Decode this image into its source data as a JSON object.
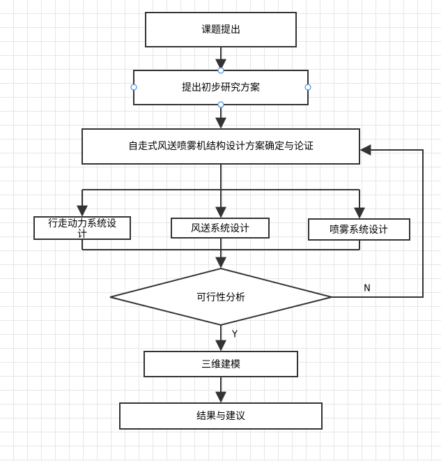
{
  "diagram": {
    "nodes": {
      "topic": "课题提出",
      "preliminary_plan": "提出初步研究方案",
      "structure_design": "自走式风送喷雾机结构设计方案确定与论证",
      "walk_power_line1": "行走动力系统设",
      "walk_power_line2": "计",
      "air_delivery": "风送系统设计",
      "spray_system": "喷雾系统设计",
      "feasibility": "可行性分析",
      "modeling_3d": "三维建模",
      "results": "结果与建议"
    },
    "edge_labels": {
      "yes": "Y",
      "no": "N"
    },
    "colors": {
      "stroke": "#333333",
      "handle": "#4a90d9",
      "grid": "#e6e6e6"
    }
  }
}
